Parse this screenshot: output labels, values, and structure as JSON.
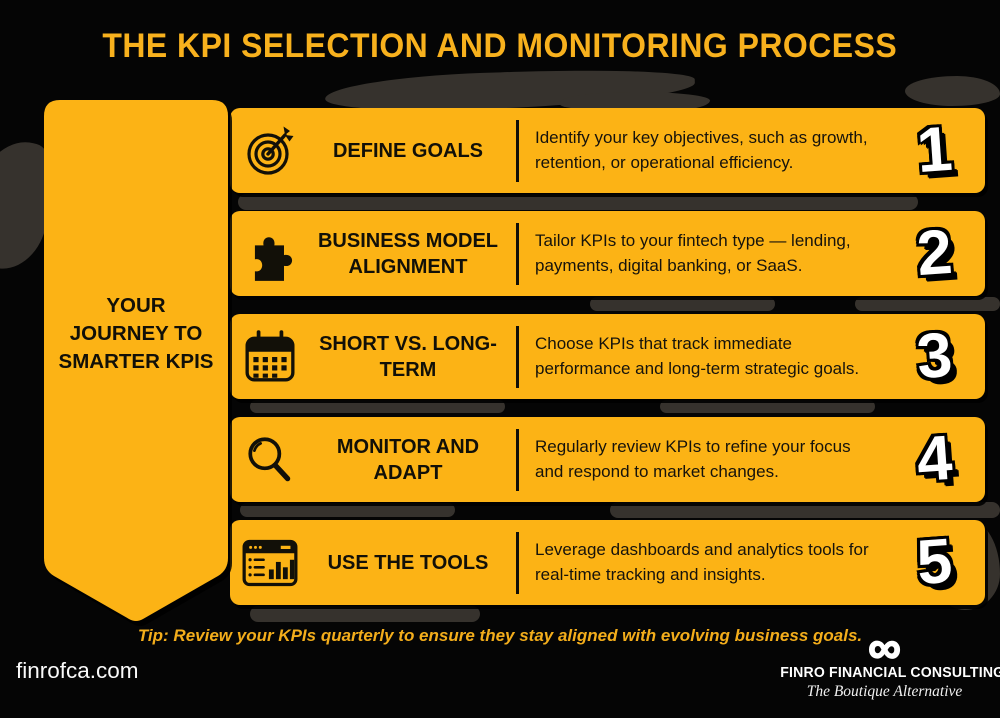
{
  "title": "THE KPI SELECTION AND MONITORING PROCESS",
  "banner": {
    "text": "YOUR JOURNEY TO SMARTER KPIS"
  },
  "steps": [
    {
      "number": "1",
      "title": "DEFINE GOALS",
      "icon": "target-icon",
      "description": "Identify your key objectives, such as growth, retention, or operational efficiency."
    },
    {
      "number": "2",
      "title": "BUSINESS MODEL ALIGNMENT",
      "icon": "puzzle-icon",
      "description": "Tailor KPIs to your fintech type — lending, payments, digital banking, or SaaS."
    },
    {
      "number": "3",
      "title": "SHORT VS. LONG-TERM",
      "icon": "calendar-icon",
      "description": "Choose KPIs that track immediate performance and long-term strategic goals."
    },
    {
      "number": "4",
      "title": "MONITOR AND ADAPT",
      "icon": "magnifier-icon",
      "description": "Regularly review KPIs to refine your focus and respond to market changes."
    },
    {
      "number": "5",
      "title": "USE THE TOOLS",
      "icon": "dashboard-icon",
      "description": "Leverage dashboards and analytics tools for real-time tracking and insights."
    }
  ],
  "tip": "Tip: Review your KPIs quarterly to ensure they stay aligned with evolving business goals.",
  "footer": {
    "website": "finrofca.com",
    "infinity_symbol": "∞",
    "brand": "FINRO FINANCIAL CONSULTING",
    "tagline": "The Boutique Alternative"
  },
  "colors": {
    "accent_yellow": "#FCB315",
    "title_yellow": "#F8B11D",
    "background": "#050505",
    "texture_gray": "#36322d",
    "text_black": "#121008",
    "white": "#ffffff"
  }
}
